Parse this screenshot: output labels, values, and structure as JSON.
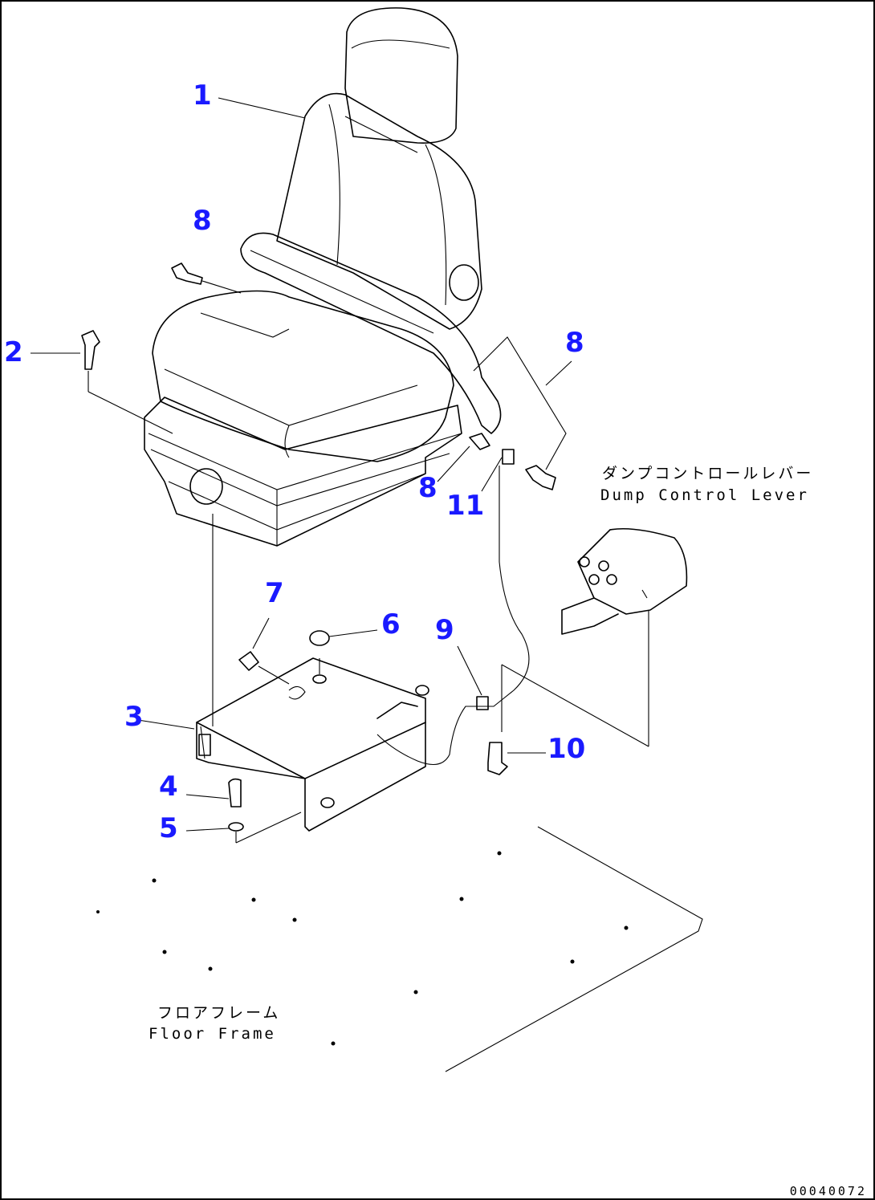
{
  "callouts": {
    "c1": "1",
    "c2": "2",
    "c3": "3",
    "c4": "4",
    "c5": "5",
    "c6": "6",
    "c7": "7",
    "c8a": "8",
    "c8b": "8",
    "c8c": "8",
    "c9": "9",
    "c10": "10",
    "c11": "11"
  },
  "notes": {
    "dump_jp": "ダンプコントロールレバー",
    "dump_en": "Dump Control Lever",
    "floor_jp": "フロアフレーム",
    "floor_en": "Floor Frame"
  },
  "drawing_id": "00040072",
  "colors": {
    "callout": "#1a1aff",
    "line": "#000000"
  }
}
